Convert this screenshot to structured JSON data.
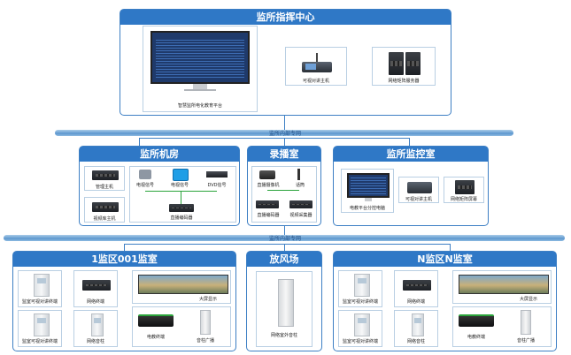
{
  "center": {
    "title": "监所指挥中心",
    "platform": "智慧监所电化教育平台",
    "intercom": "可视对讲主机",
    "matrix": "网络矩阵服务器"
  },
  "bus_top": "监所内部专网",
  "bus_bottom": "监所内部专网",
  "machine_room": {
    "title": "监所机房",
    "mgmt": "管理主机",
    "lib": "视频库主机",
    "sig1": "电视信号",
    "sig2": "电视信号",
    "sig3": "DVD信号",
    "encoder": "直播编码器"
  },
  "studio": {
    "title": "录播室",
    "camera": "直播摄像机",
    "mic": "话筒",
    "encoder": "直播编码器",
    "recorder": "视频采集器"
  },
  "control": {
    "title": "监所监控室",
    "pc": "电教平台分控电脑",
    "intercom": "可视对讲主机",
    "matrix": "网络矩阵屏幕"
  },
  "zone1": {
    "title": "1监区001监室",
    "t1": "监室可视对讲终端",
    "t2": "监室可视对讲终端",
    "gateway": "网络终端",
    "ctrl": "网络音柱",
    "screen": "大屏显示",
    "box": "电教终端",
    "spk": "音柱广播"
  },
  "yard": {
    "title": "放风场",
    "spk": "网络室外音柱"
  },
  "zoneN": {
    "title": "N监区N监室",
    "t1": "监室可视对讲终端",
    "t2": "监室可视对讲终端",
    "gateway": "网络终端",
    "ctrl": "网络音柱",
    "screen": "大屏显示",
    "box": "电教终端",
    "spk": "音柱广播"
  }
}
